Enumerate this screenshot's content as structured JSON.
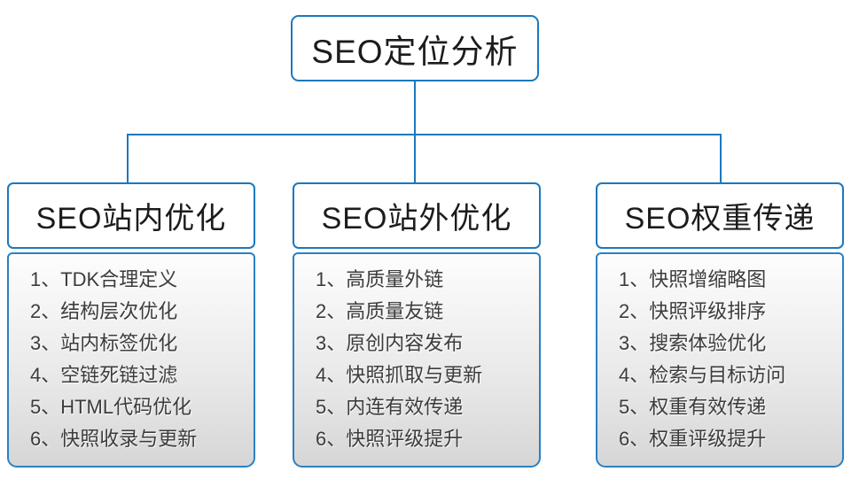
{
  "diagram": {
    "root_title": "SEO定位分析",
    "columns": [
      {
        "title": "SEO站内优化",
        "items": [
          "1、TDK合理定义",
          "2、结构层次优化",
          "3、站内标签优化",
          "4、空链死链过滤",
          "5、HTML代码优化",
          "6、快照收录与更新"
        ]
      },
      {
        "title": "SEO站外优化",
        "items": [
          "1、高质量外链",
          "2、高质量友链",
          "3、原创内容发布",
          "4、快照抓取与更新",
          "5、内连有效传递",
          "6、快照评级提升"
        ]
      },
      {
        "title": "SEO权重传递",
        "items": [
          "1、快照增缩略图",
          "2、快照评级排序",
          "3、搜索体验优化",
          "4、检索与目标访问",
          "5、权重有效传递",
          "6、权重评级提升"
        ]
      }
    ],
    "colors": {
      "accent_blue": "#1b78be",
      "header_text": "#1c1c1c",
      "item_text": "#3c3c3c",
      "list_gradient_top": "#fdfdfd",
      "list_gradient_bottom": "#d6d6d6"
    }
  }
}
